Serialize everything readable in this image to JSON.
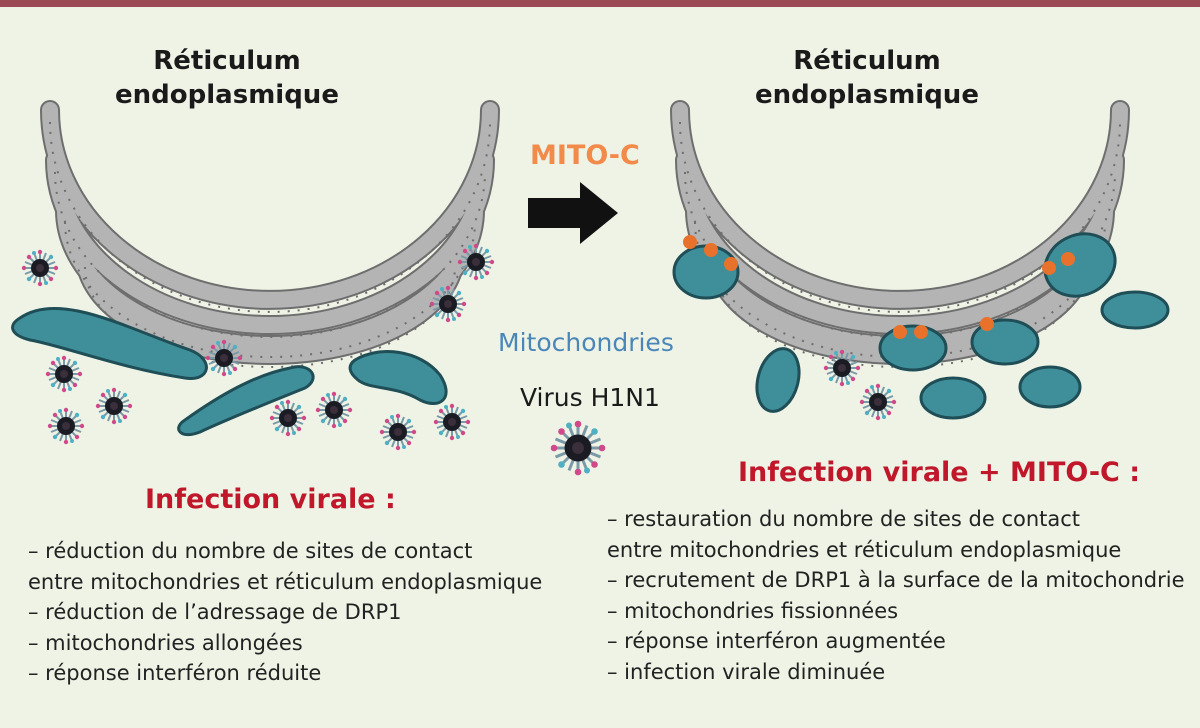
{
  "left": {
    "title": "Réticulum endoplasmique",
    "heading": "Infection virale :",
    "bullets": [
      "– réduction du nombre de sites de contact",
      "entre mitochondries et réticulum endoplasmique",
      "– réduction de l’adressage de DRP1",
      "– mitochondries allongées",
      "– réponse interféron réduite"
    ]
  },
  "center": {
    "treatment_label": "MITO-C",
    "mitochondria_label": "Mitochondries",
    "virus_label": "Virus H1N1"
  },
  "right": {
    "title": "Réticulum endoplasmique",
    "heading": "Infection virale + MITO-C :",
    "bullets": [
      "– restauration du nombre de sites de contact",
      "entre mitochondries et réticulum endoplasmique",
      "– recrutement de DRP1 à la surface de la mitochondrie",
      "– mitochondries fissionnées",
      "– réponse interféron augmentée",
      "– infection virale diminuée"
    ]
  },
  "colors": {
    "background": "#eef3e6",
    "top_bar": "#9b4a55",
    "er_fill": "#b4b4b4",
    "er_stroke": "#6e6e6e",
    "mitochondria_fill": "#3f8f9a",
    "mitochondria_stroke": "#1f4e57",
    "drp1_dot": "#e8722c",
    "mito_c_text": "#f28a4a",
    "mitochondria_text": "#4a86b8",
    "heading_text": "#c0182a"
  }
}
